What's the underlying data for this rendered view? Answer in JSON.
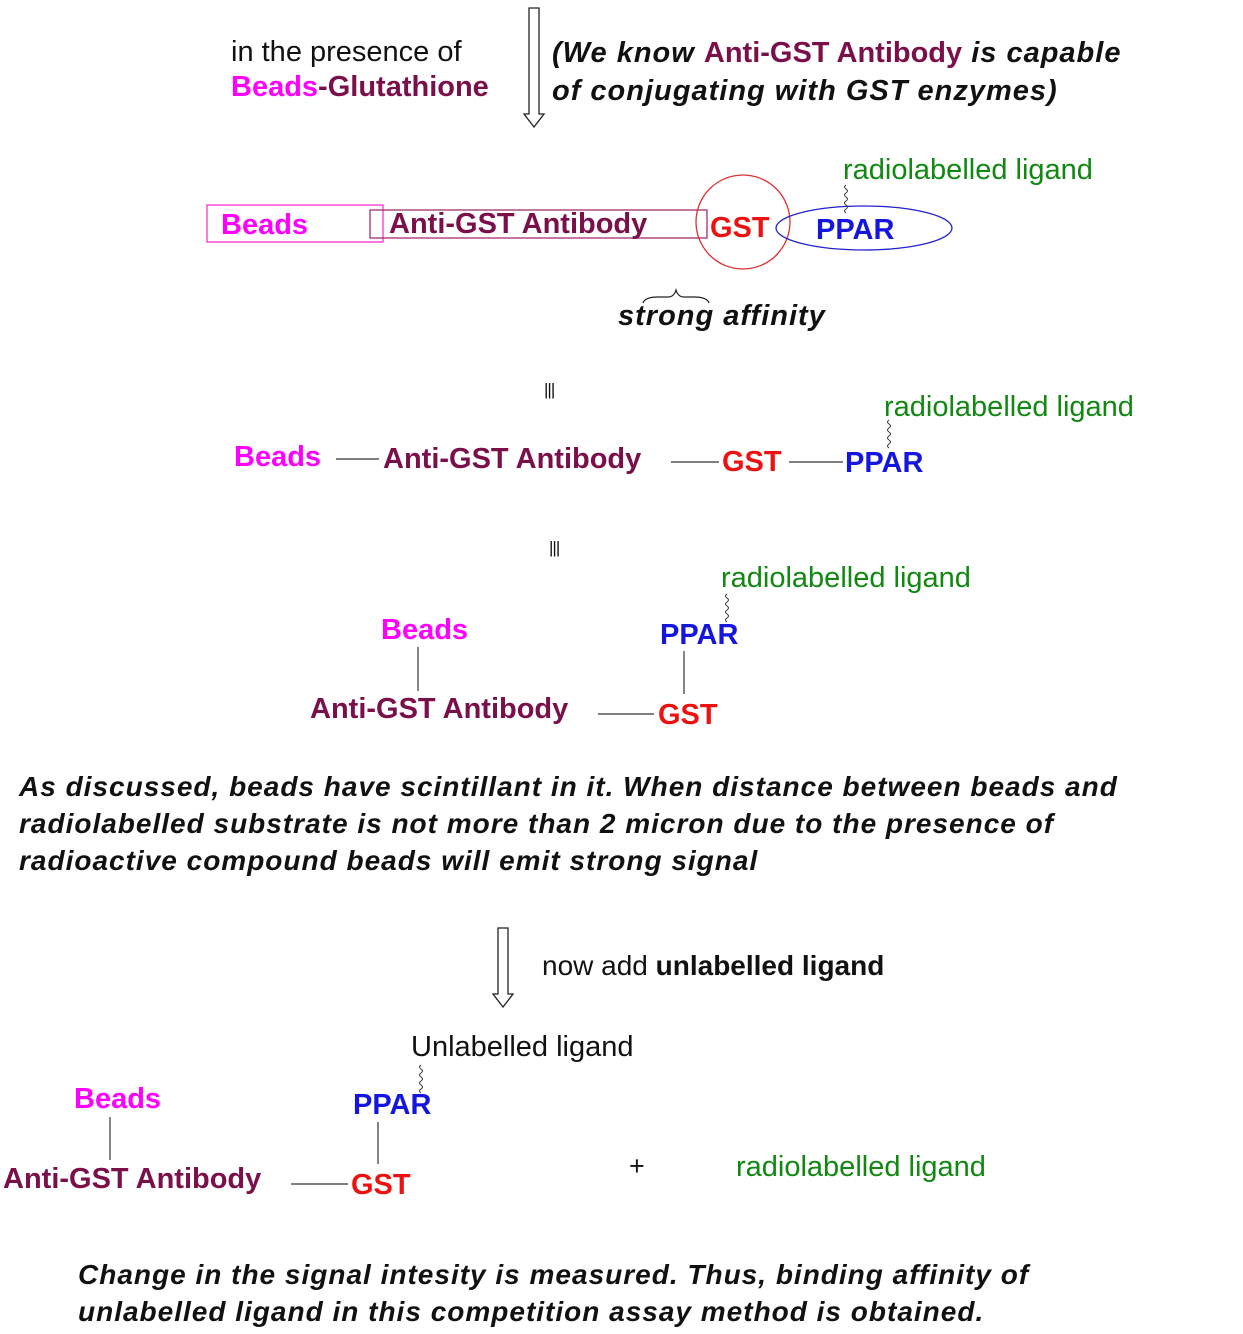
{
  "colors": {
    "beads": "#ff00ff",
    "antibody": "#7a0f4a",
    "gst": "#ee1111",
    "ppar": "#1515e0",
    "ligand": "#118811",
    "text": "#111111",
    "gst_circle": "#dd3333",
    "bead_box": "#ff33cc",
    "ppar_ellipse": "#2222cc"
  },
  "step1": {
    "presence_prefix": "in the presence of",
    "presence_beads": "Beads",
    "presence_glutathione": "-Glutathione",
    "note_open": "(We know ",
    "note_antibody": "Anti-GST Antibody",
    "note_mid": " is capable",
    "note_line2": "of conjugating with GST enzymes)"
  },
  "complex1": {
    "beads": "Beads",
    "antibody": "Anti-GST Antibody",
    "gst": "GST",
    "ppar": "PPAR",
    "ligand": "radiolabelled ligand",
    "affinity": "strong affinity"
  },
  "equiv_symbol": "|||",
  "complex2": {
    "beads": "Beads",
    "antibody": "Anti-GST Antibody",
    "gst": "GST",
    "ppar": "PPAR",
    "ligand": "radiolabelled ligand"
  },
  "complex3": {
    "beads": "Beads",
    "antibody": "Anti-GST Antibody",
    "gst": "GST",
    "ppar": "PPAR",
    "ligand": "radiolabelled ligand"
  },
  "discussion": {
    "line1": "As discussed, beads have scintillant in it.  When distance between beads and",
    "line2": "radiolabelled substrate is not more than 2 micron due to the presence of",
    "line3": "radioactive compound beads will emit strong signal"
  },
  "step2": {
    "prefix": "now add ",
    "bold": "unlabelled ligand"
  },
  "complex4": {
    "beads": "Beads",
    "antibody": "Anti-GST Antibody",
    "gst": "GST",
    "ppar": "PPAR",
    "ligand": "Unlabelled ligand",
    "plus": "+",
    "free_ligand": "radiolabelled ligand"
  },
  "conclusion": {
    "line1": "Change in the signal intesity is measured.  Thus, binding affinity of",
    "line2": "unlabelled ligand in this competition assay method is obtained."
  }
}
